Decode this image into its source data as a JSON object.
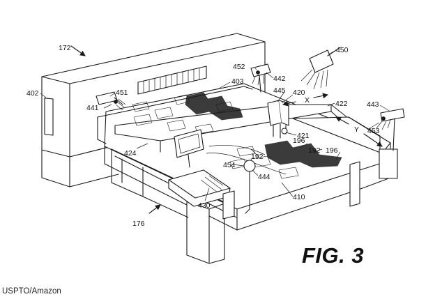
{
  "figure": {
    "title": "FIG. 3",
    "credit": "USPTO/Amazon"
  },
  "reference_numerals": {
    "n172": "172",
    "n402": "402",
    "n441": "441",
    "n451": "451",
    "n403": "403",
    "n452": "452",
    "n442": "442",
    "n450": "450",
    "n445": "445",
    "n420": "420",
    "n422": "422",
    "n443": "443",
    "n453": "453",
    "n421": "421",
    "n424": "424",
    "n192a": "192",
    "n196a": "196",
    "n192b": "192",
    "n196b": "196",
    "n454": "454",
    "n444": "444",
    "n410": "410",
    "n430": "430",
    "n176": "176"
  },
  "axis_labels": {
    "x": "X",
    "y": "Y"
  },
  "colors": {
    "ink": "#1a1a1a",
    "paper": "#ffffff"
  }
}
